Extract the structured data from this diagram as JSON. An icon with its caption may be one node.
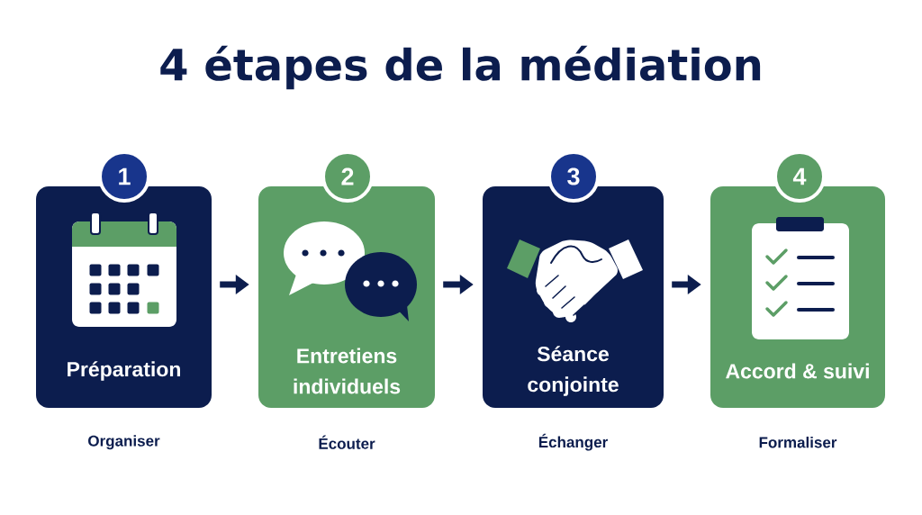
{
  "diagram": {
    "title": "4 étapes de la médiation",
    "nodes": [
      {
        "text": [
          "1"
        ]
      },
      {
        "text": [
          "Préparation"
        ],
        "beside": [
          "Organiser"
        ]
      },
      {
        "text": [
          "2"
        ]
      },
      {
        "text": [
          "Entretiens individuels"
        ],
        "beside": [
          "Écouter"
        ]
      },
      {
        "text": [
          "3"
        ]
      },
      {
        "text": [
          "Séance conjointe"
        ],
        "beside": [
          "Échanger"
        ]
      },
      {
        "text": [
          "4"
        ]
      },
      {
        "text": [
          "Accord & suivi"
        ],
        "beside": [
          "Formaliser"
        ]
      }
    ],
    "edges": [
      {
        "from": 1,
        "to": 3,
        "arrow": "to"
      },
      {
        "from": 3,
        "to": 5,
        "arrow": "to"
      },
      {
        "from": 5,
        "to": 7,
        "arrow": "to"
      }
    ]
  }
}
